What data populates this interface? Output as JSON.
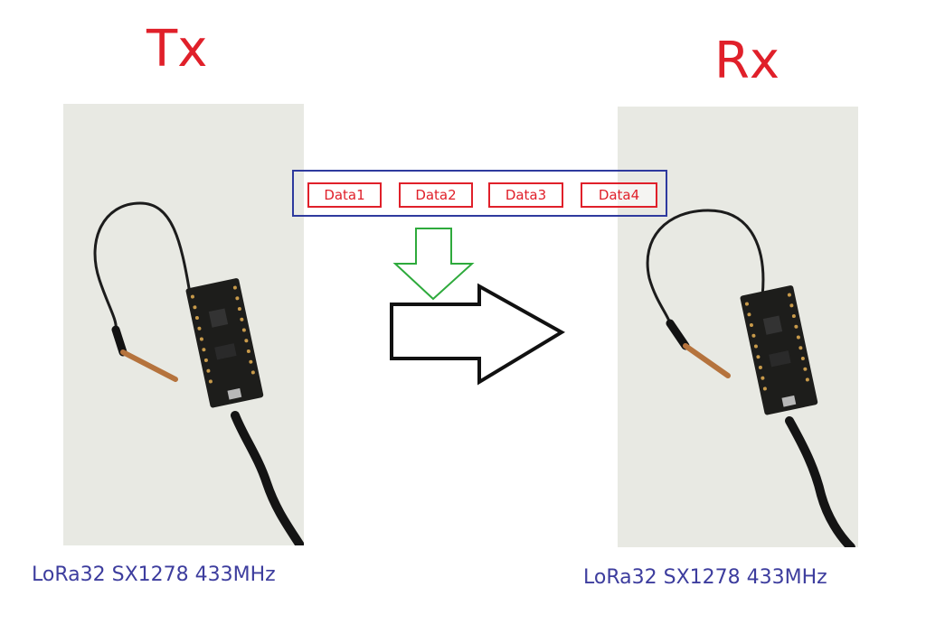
{
  "tx": {
    "title": "Tx",
    "caption": "LoRa32 SX1278 433MHz"
  },
  "rx": {
    "title": "Rx",
    "caption": "LoRa32 SX1278 433MHz"
  },
  "packets": [
    "Data1",
    "Data2",
    "Data3",
    "Data4"
  ],
  "colors": {
    "title": "#e0202a",
    "caption": "#3d3d9e",
    "packet_border": "#e0202a",
    "packet_group_border": "#2e3a9e",
    "down_arrow": "#2eaa3c",
    "right_arrow": "#111111"
  },
  "icons": {
    "transmit": "down-arrow-icon",
    "direction": "right-arrow-icon"
  }
}
